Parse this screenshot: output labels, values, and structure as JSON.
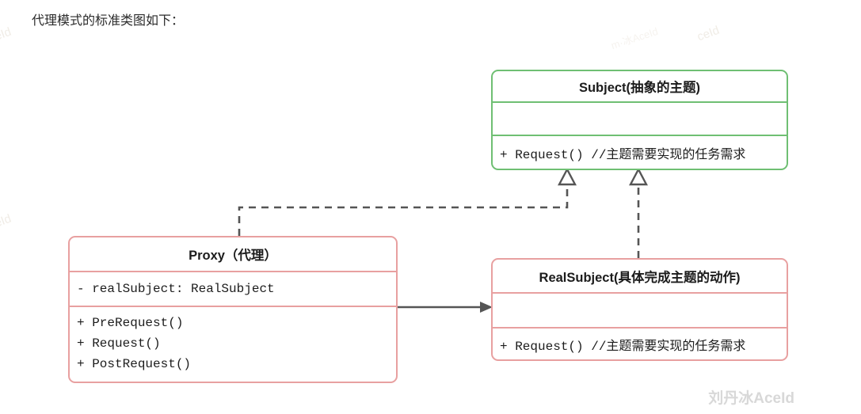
{
  "heading": "代理模式的标准类图如下：",
  "watermarks": {
    "corner": "刘丹冰AceId",
    "edge_left_top": "ceId",
    "edge_left_mid": "ceId",
    "edge_right_top": "ceId",
    "faint_center": "m·冰AceId"
  },
  "colors": {
    "interface_border": "#6fbf73",
    "class_border": "#e8a0a0",
    "connector": "#555555",
    "text": "#1c1c1c",
    "background": "#ffffff"
  },
  "diagram": {
    "type": "uml-class-diagram",
    "classes": [
      {
        "id": "subject",
        "title": "Subject(抽象的主题)",
        "stereotype": "interface",
        "border_color": "#6fbf73",
        "attributes": [],
        "methods": [
          "+ Request() //主题需要实现的任务需求"
        ]
      },
      {
        "id": "proxy",
        "title": "Proxy（代理）",
        "stereotype": "class",
        "border_color": "#e8a0a0",
        "attributes": [
          "- realSubject: RealSubject"
        ],
        "methods": [
          "+ PreRequest()",
          "+ Request()",
          "+ PostRequest()"
        ]
      },
      {
        "id": "realsubject",
        "title": "RealSubject(具体完成主题的动作)",
        "stereotype": "class",
        "border_color": "#e8a0a0",
        "attributes": [],
        "methods": [
          "+ Request() //主题需要实现的任务需求"
        ]
      }
    ],
    "relations": [
      {
        "from": "proxy",
        "to": "subject",
        "kind": "realization",
        "line": "dashed",
        "arrowhead": "hollow-triangle"
      },
      {
        "from": "realsubject",
        "to": "subject",
        "kind": "realization",
        "line": "dashed",
        "arrowhead": "hollow-triangle"
      },
      {
        "from": "proxy",
        "to": "realsubject",
        "kind": "association",
        "line": "solid",
        "arrowhead": "filled-arrow"
      }
    ]
  }
}
